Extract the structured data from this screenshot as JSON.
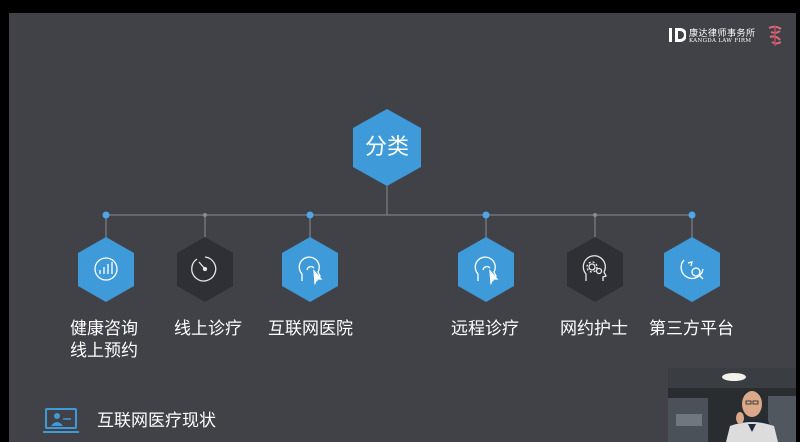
{
  "logo": {
    "cn_name": "康达律师事务所",
    "en_name": "KANGDA LAW FIRM"
  },
  "root": {
    "label": "分类"
  },
  "children": [
    {
      "lines": [
        "健康咨询",
        "线上预约"
      ],
      "icon": "bar-chart-icon",
      "style": "blue"
    },
    {
      "lines": [
        "线上诊疗"
      ],
      "icon": "timer-icon",
      "style": "dark"
    },
    {
      "lines": [
        "互联网医院"
      ],
      "icon": "head-pointer-icon",
      "style": "blue"
    },
    {
      "lines": [
        "远程诊疗"
      ],
      "icon": "head-pointer-icon",
      "style": "blue"
    },
    {
      "lines": [
        "网约护士"
      ],
      "icon": "head-gears-icon",
      "style": "dark"
    },
    {
      "lines": [
        "第三方平台"
      ],
      "icon": "search-target-icon",
      "style": "blue"
    }
  ],
  "footer": {
    "title": "互联网医疗现状",
    "icon": "presenter-screen-icon"
  },
  "colors": {
    "blue": "#3f9ad9",
    "dark": "#2e3036",
    "background": "#414247",
    "line": "#8a8c90"
  }
}
